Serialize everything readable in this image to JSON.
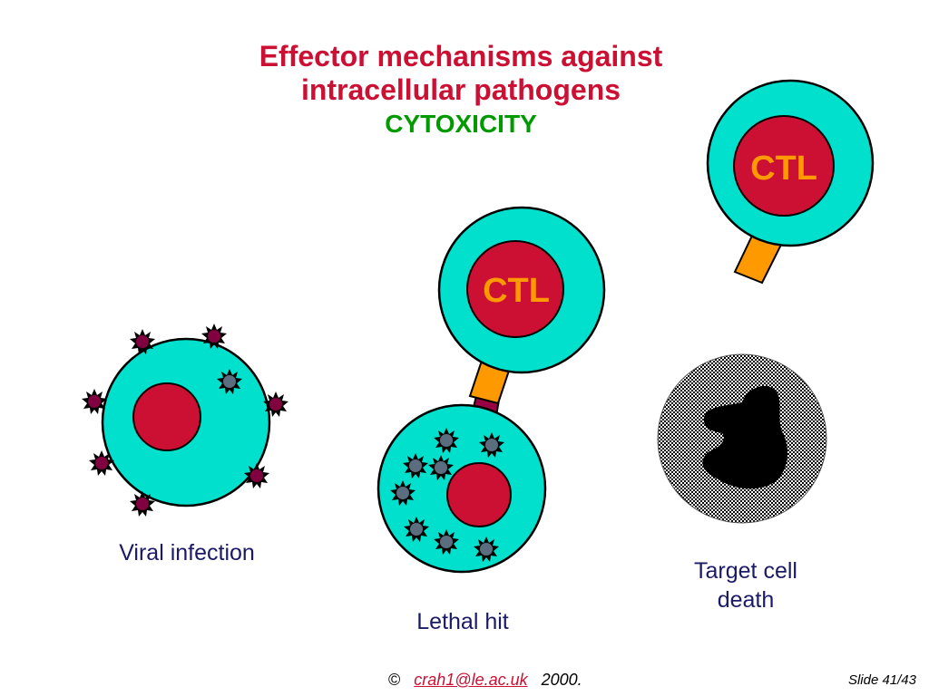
{
  "title": {
    "line1": "Effector mechanisms against",
    "line2": "intracellular pathogens",
    "subtitle": "CYTOXICITY"
  },
  "cells": {
    "ctl_label": "CTL"
  },
  "captions": {
    "viral_infection": "Viral infection",
    "lethal_hit": "Lethal hit",
    "target_death_line1": "Target cell",
    "target_death_line2": "death"
  },
  "footer": {
    "copyright": "©",
    "email": "crah1@le.ac.uk",
    "year": "2000.",
    "slide_number": "Slide 41/43"
  },
  "colors": {
    "cell_body": "#00e0cc",
    "nucleus": "#cc1033",
    "receptor": "#ff9900",
    "antigen_bridge": "#990044",
    "virus_outside": "#800040",
    "virus_inside": "#5a6e80",
    "title": "#cc1033",
    "subtitle": "#009a00",
    "caption_text": "#1a1a66"
  },
  "icons": {
    "virus": "spiky-virus-icon",
    "apoptotic_nucleus": "fragmented-nucleus-icon"
  }
}
